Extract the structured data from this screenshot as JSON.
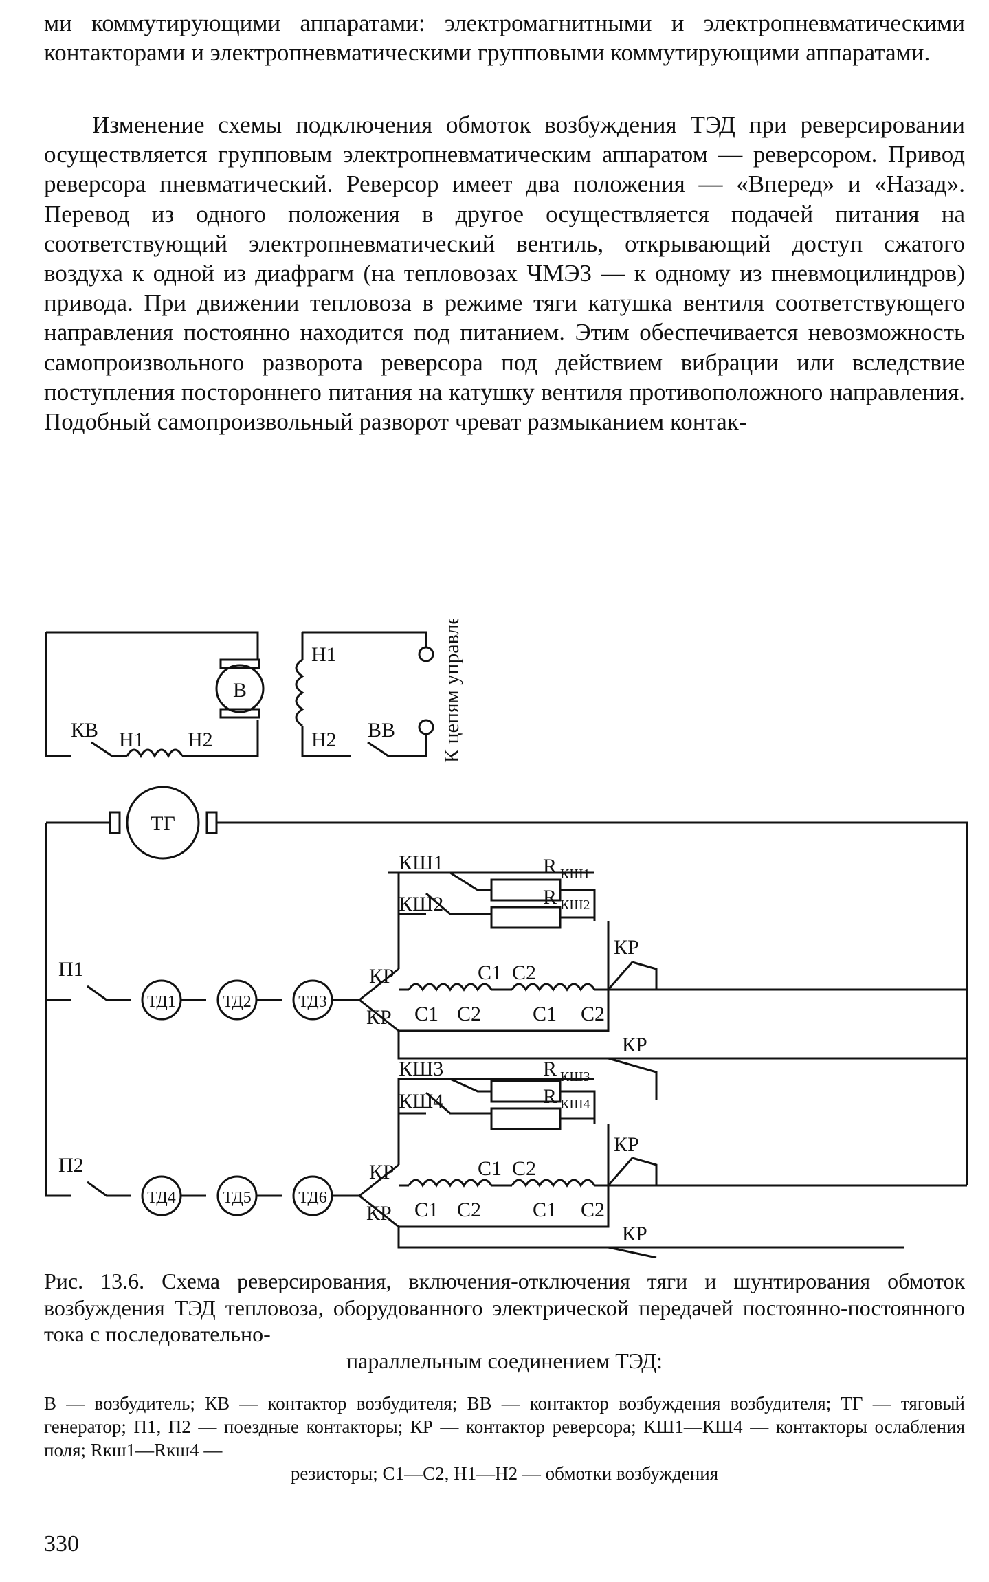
{
  "text": {
    "para1": "ми коммутирующими аппаратами: электромагнитными и электропневматическими контакторами и электропневматическими групповыми коммутирующими аппаратами.",
    "para2": "Изменение схемы подключения обмоток возбуждения ТЭД при реверсировании осуществляется групповым электропневматическим аппаратом — реверсором. Привод реверсора пневматический. Реверсор имеет два положения — «Вперед» и «Назад». Перевод из одного положения в другое осуществляется подачей питания на соответствующий электропневматический вентиль, открывающий доступ сжатого воздуха к одной из диафрагм (на тепловозах ЧМЭ3 — к одному из пневмоцилиндров) привода. При движении тепловоза в режиме тяги катушка вентиля соответствующего направления постоянно находится под питанием. Этим обеспечивается невозможность самопроизвольного разворота реверсора под действием вибрации или вследствие поступления постороннего питания на катушку вентиля противоположного направления. Подобный самопроизвольный разворот чреват размыканием контак-"
  },
  "figure": {
    "caption_main": "Рис. 13.6. Схема реверсирования, включения-отключения тяги и шунтирования обмоток возбуждения ТЭД тепловоза, оборудованного электрической передачей постоянно-постоянного тока с последовательно-",
    "caption_last": "параллельным соединением ТЭД:",
    "legend_main": "В — возбудитель; КВ — контактор возбудителя; ВВ — контактор возбуждения возбудителя; ТГ — тяговый генератор; П1, П2 — поездные контакторы; КР — контактор реверсора; КШ1—КШ4 — контакторы ослабления поля; Rкш1—Rкш4 —",
    "legend_last": "резисторы; С1—С2, Н1—Н2 — обмотки возбуждения",
    "labels": {
      "exciter": "В",
      "kv": "КВ",
      "h1": "Н1",
      "h2": "Н2",
      "vv": "ВВ",
      "control_note": "К цепям управления тяговой передачей",
      "generator": "ТГ",
      "p1": "П1",
      "p2": "П2",
      "td": [
        "ТД1",
        "ТД2",
        "ТД3",
        "ТД4",
        "ТД5",
        "ТД6"
      ],
      "kr": "КР",
      "ksh": [
        "КШ1",
        "КШ2",
        "КШ3",
        "КШ4"
      ],
      "r_main": "R",
      "r_sub": [
        "КШ1",
        "КШ2",
        "КШ3",
        "КШ4"
      ],
      "c1": "С1",
      "c2": "С2"
    }
  },
  "page_number": "330"
}
